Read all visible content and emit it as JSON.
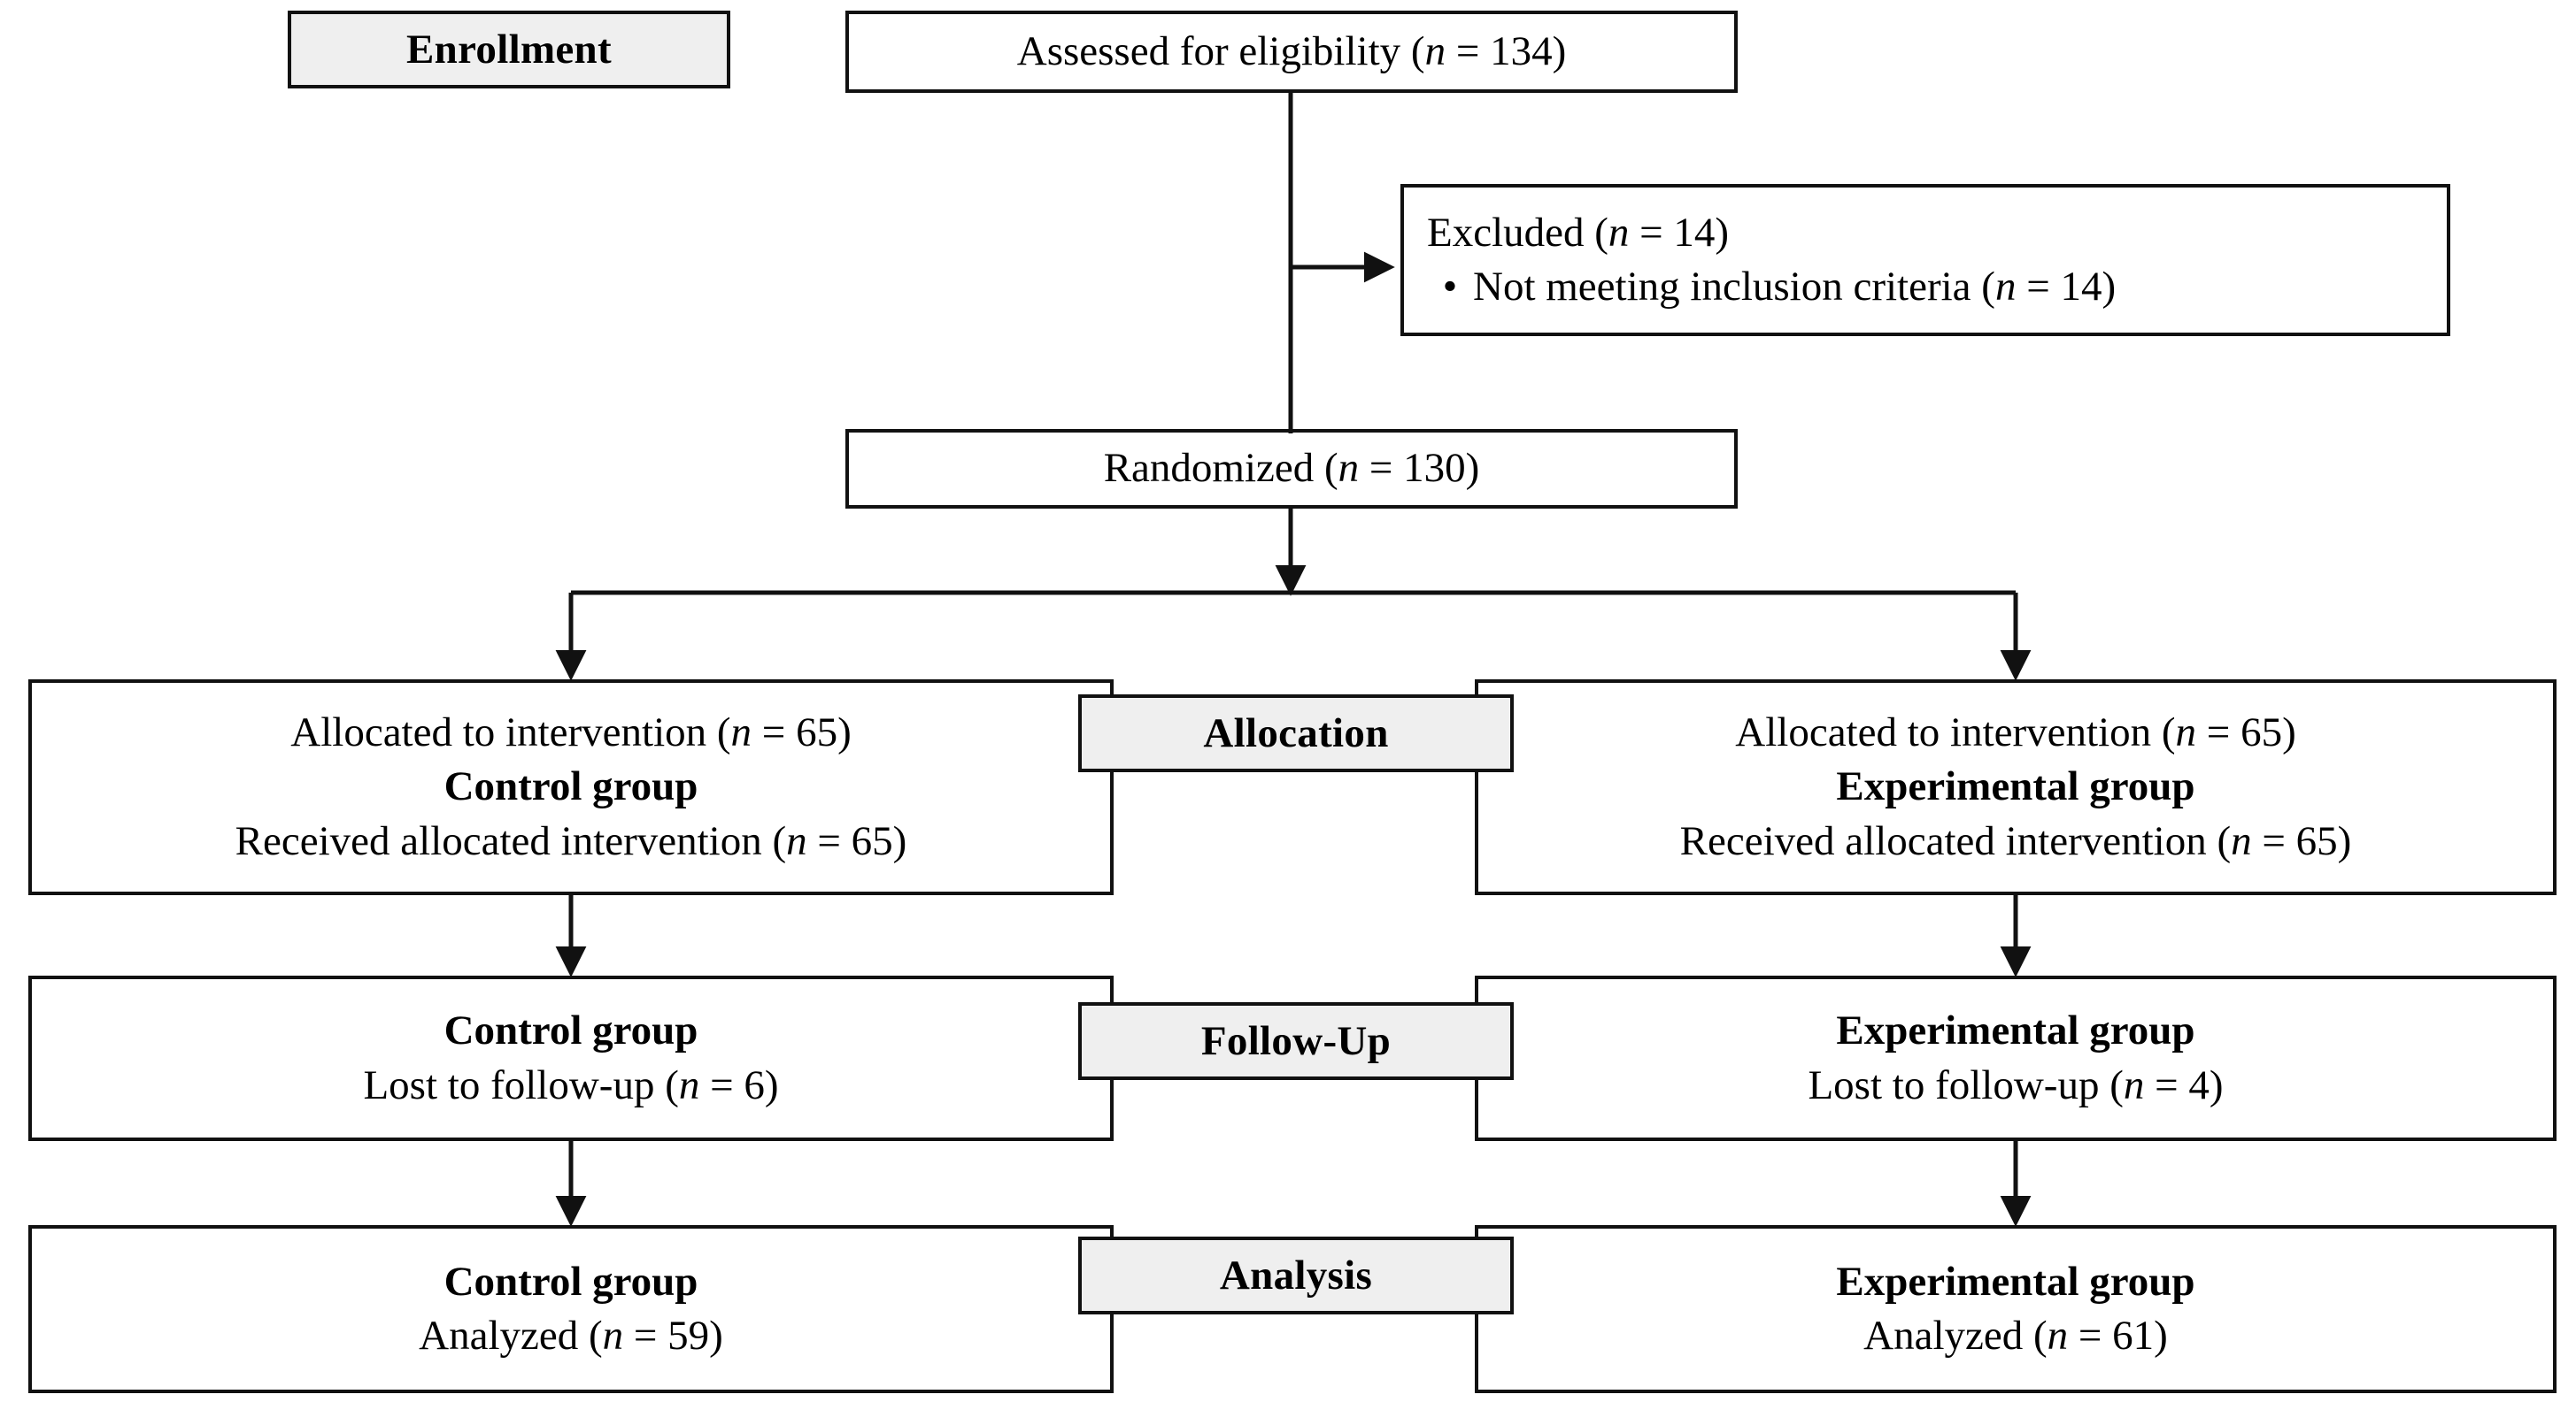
{
  "diagram": {
    "type": "consort-flow-diagram",
    "title": "CONSORT participant flow",
    "colors": {
      "box_border": "#111111",
      "stage_label_fill": "#efefef",
      "background": "#ffffff",
      "text": "#000000"
    }
  },
  "stage_labels": {
    "enrollment": "Enrollment",
    "allocation": "Allocation",
    "follow_up": "Follow-Up",
    "analysis": "Analysis"
  },
  "nodes": {
    "assessed": {
      "text": "Assessed for eligibility (",
      "n_symbol": "n",
      "eq": " = ",
      "count": "134",
      "close": ")"
    },
    "excluded": {
      "heading_pre": "Excluded (",
      "heading_n": "n",
      "heading_eq": " = ",
      "heading_count": "14",
      "heading_close": ")",
      "bullet_glyph": "•",
      "bullet_pre": "Not meeting inclusion criteria (",
      "bullet_n": "n",
      "bullet_eq": " = ",
      "bullet_count": "14",
      "bullet_close": ")"
    },
    "randomized": {
      "text": "Randomized (",
      "n_symbol": "n",
      "eq": " = ",
      "count": "130",
      "close": ")"
    },
    "alloc_left": {
      "line1_pre": "Allocated to intervention (",
      "line1_n": "n",
      "line1_eq": " = ",
      "line1_count": "65",
      "line1_close": ")",
      "line2": "Control group",
      "line3_pre": "Received allocated intervention (",
      "line3_n": "n",
      "line3_eq": " = ",
      "line3_count": "65",
      "line3_close": ")"
    },
    "alloc_right": {
      "line1_pre": "Allocated to intervention (",
      "line1_n": "n",
      "line1_eq": " = ",
      "line1_count": "65",
      "line1_close": ")",
      "line2": "Experimental group",
      "line3_pre": "Received allocated intervention (",
      "line3_n": "n",
      "line3_eq": " = ",
      "line3_count": "65",
      "line3_close": ")"
    },
    "follow_left": {
      "line1": "Control group",
      "line2_pre": "Lost to follow-up (",
      "line2_n": "n",
      "line2_eq": " = ",
      "line2_count": "6",
      "line2_close": ")"
    },
    "follow_right": {
      "line1": "Experimental group",
      "line2_pre": "Lost to follow-up (",
      "line2_n": "n",
      "line2_eq": " = ",
      "line2_count": "4",
      "line2_close": ")"
    },
    "analysis_left": {
      "line1": "Control group",
      "line2_pre": "Analyzed (",
      "line2_n": "n",
      "line2_eq": " = ",
      "line2_count": "59",
      "line2_close": ")"
    },
    "analysis_right": {
      "line1": "Experimental group",
      "line2_pre": "Analyzed (",
      "line2_n": "n",
      "line2_eq": " = ",
      "line2_count": "61",
      "line2_close": ")"
    }
  },
  "flow_values": {
    "assessed_for_eligibility": 134,
    "excluded_total": 14,
    "excluded_not_meeting_inclusion_criteria": 14,
    "randomized": 130,
    "control_allocated": 65,
    "control_received": 65,
    "experimental_allocated": 65,
    "experimental_received": 65,
    "control_lost_to_follow_up": 6,
    "experimental_lost_to_follow_up": 4,
    "control_analyzed": 59,
    "experimental_analyzed": 61
  }
}
